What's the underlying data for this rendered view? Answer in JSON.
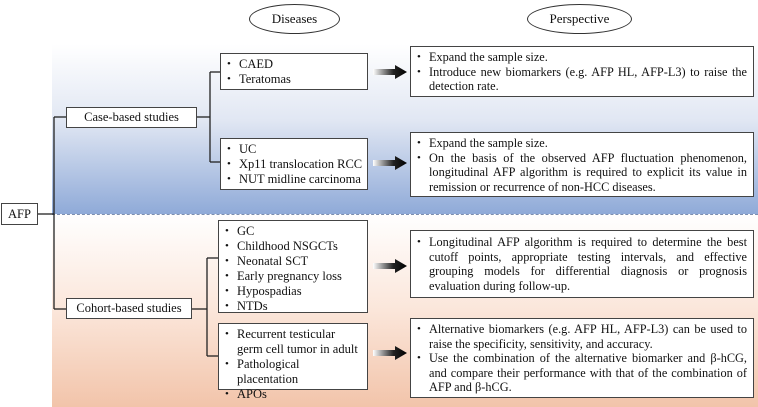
{
  "header": {
    "diseases": "Diseases",
    "perspective": "Perspective"
  },
  "root": {
    "label": "AFP"
  },
  "groups": [
    {
      "label": "Case-based studies",
      "sets": [
        {
          "diseases": [
            "CAED",
            "Teratomas"
          ],
          "perspective": [
            "Expand the sample size.",
            "Introduce new biomarkers (e.g. AFP HL, AFP-L3) to raise the detection rate."
          ]
        },
        {
          "diseases": [
            "UC",
            "Xp11 translocation RCC",
            "NUT  midline carcinoma"
          ],
          "perspective": [
            "Expand the sample size.",
            "On the basis of the observed AFP fluctuation phenomenon, longitudinal AFP algorithm is required to explicit its value in remission or recurrence of non-HCC diseases."
          ]
        }
      ]
    },
    {
      "label": "Cohort-based studies",
      "sets": [
        {
          "diseases": [
            "GC",
            "Childhood NSGCTs",
            "Neonatal SCT",
            "Early pregnancy loss",
            "Hypospadias",
            "NTDs"
          ],
          "perspective": [
            "Longitudinal AFP algorithm is required to determine the best cutoff points, appropriate testing intervals, and effective grouping models for differential diagnosis or prognosis evaluation during follow-up."
          ]
        },
        {
          "diseases": [
            "Recurrent testicular germ cell tumor in adult",
            "Pathological placentation",
            "APOs"
          ],
          "perspective": [
            "Alternative biomarkers (e.g. AFP HL, AFP-L3) can be used to raise the specificity, sensitivity, and accuracy.",
            "Use the combination of the alternative biomarker and β-hCG, and compare their performance with that of the combination of AFP and β-hCG."
          ]
        }
      ]
    }
  ]
}
